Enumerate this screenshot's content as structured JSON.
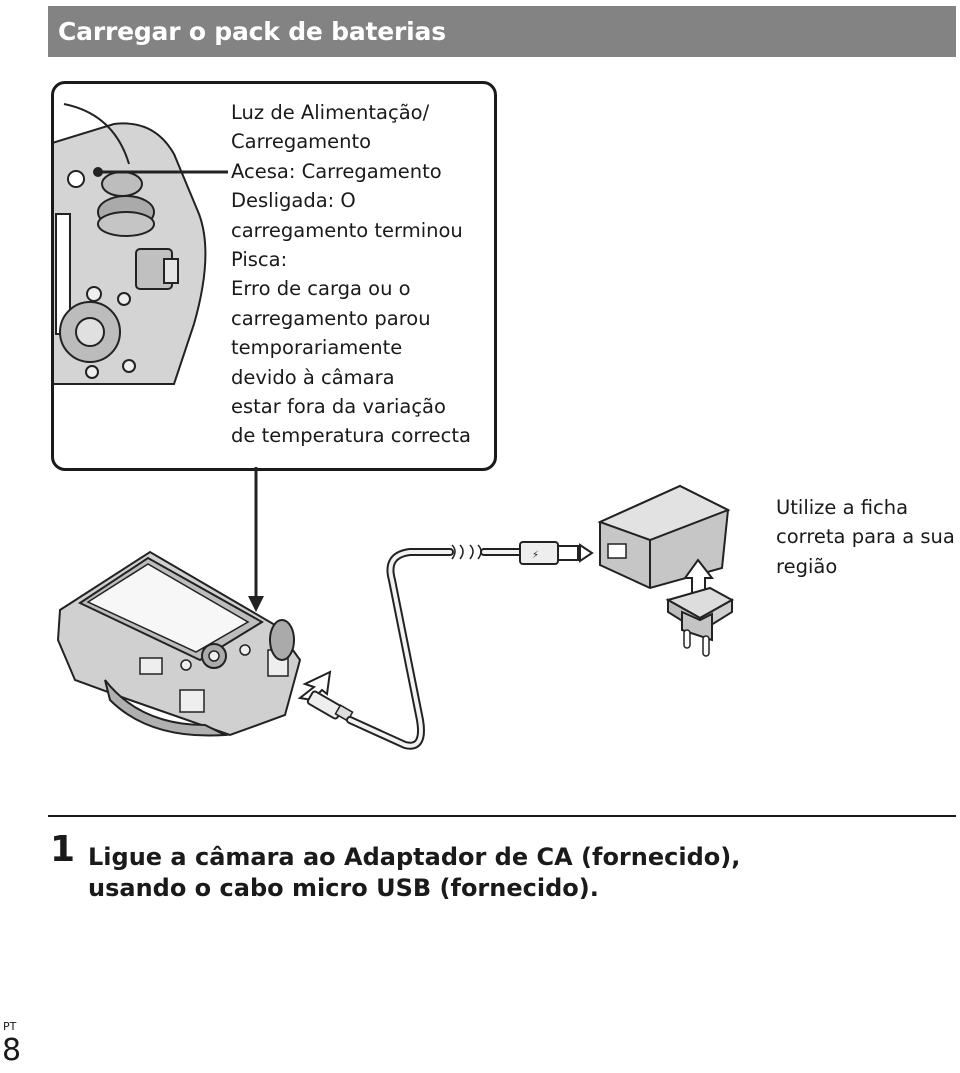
{
  "header": {
    "title": "Carregar o pack de baterias"
  },
  "callout": {
    "lines": [
      "Luz de Alimentação/",
      "Carregamento",
      "Acesa: Carregamento",
      "Desligada: O",
      "carregamento terminou",
      "Pisca:",
      "Erro de carga ou o",
      "carregamento parou",
      "temporariamente",
      "devido à câmara",
      "estar fora da variação",
      "de temperatura correcta"
    ]
  },
  "plug_note": {
    "lines": [
      "Utilize a ficha",
      "correta para a sua",
      "região"
    ]
  },
  "step": {
    "number": "1",
    "lines": [
      "Ligue a câmara ao Adaptador de CA (fornecido),",
      "usando o cabo micro USB (fornecido)."
    ]
  },
  "footer": {
    "language": "PT",
    "page_number": "8"
  },
  "colors": {
    "header_bar": "#838383",
    "line": "#1a1a1a",
    "device_gray": "#c8c8c8"
  }
}
